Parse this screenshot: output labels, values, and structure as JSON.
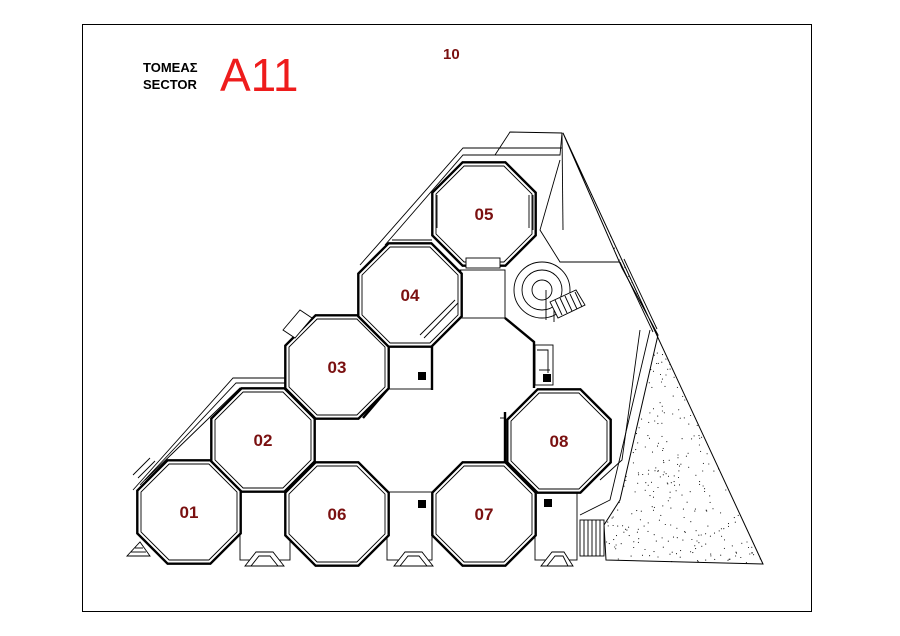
{
  "header": {
    "label_greek": "ΤΟΜΕΑΣ",
    "label_english": "SECTOR",
    "code": "A11",
    "number": "10"
  },
  "colors": {
    "heading_red": "#ee1c1c",
    "room_label": "#7a1010",
    "line": "#000000"
  },
  "rooms": [
    {
      "id": "01",
      "label": "01"
    },
    {
      "id": "02",
      "label": "02"
    },
    {
      "id": "03",
      "label": "03"
    },
    {
      "id": "04",
      "label": "04"
    },
    {
      "id": "05",
      "label": "05"
    },
    {
      "id": "06",
      "label": "06"
    },
    {
      "id": "07",
      "label": "07"
    },
    {
      "id": "08",
      "label": "08"
    }
  ]
}
